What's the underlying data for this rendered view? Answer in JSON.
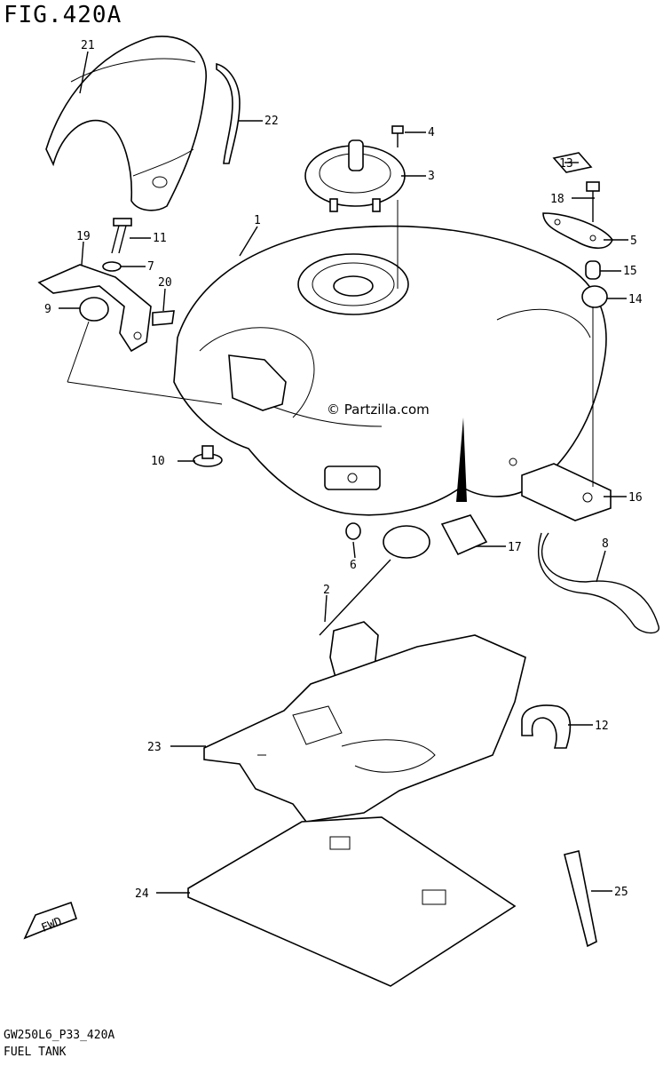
{
  "figure": {
    "title": "FIG.420A",
    "code": "GW250L6_P33_420A",
    "name": "FUEL TANK",
    "watermark": "© Partzilla.com",
    "fwd_label": "FWD"
  },
  "callouts": [
    {
      "id": "c1",
      "text": "1"
    },
    {
      "id": "c2",
      "text": "2"
    },
    {
      "id": "c3",
      "text": "3"
    },
    {
      "id": "c4",
      "text": "4"
    },
    {
      "id": "c5",
      "text": "5"
    },
    {
      "id": "c6",
      "text": "6"
    },
    {
      "id": "c7",
      "text": "7"
    },
    {
      "id": "c8",
      "text": "8"
    },
    {
      "id": "c9",
      "text": "9"
    },
    {
      "id": "c10",
      "text": "10"
    },
    {
      "id": "c11",
      "text": "11"
    },
    {
      "id": "c12",
      "text": "12"
    },
    {
      "id": "c13",
      "text": "13"
    },
    {
      "id": "c14",
      "text": "14"
    },
    {
      "id": "c15",
      "text": "15"
    },
    {
      "id": "c16",
      "text": "16"
    },
    {
      "id": "c17",
      "text": "17"
    },
    {
      "id": "c18",
      "text": "18"
    },
    {
      "id": "c19",
      "text": "19"
    },
    {
      "id": "c20",
      "text": "20"
    },
    {
      "id": "c21",
      "text": "21"
    },
    {
      "id": "c22",
      "text": "22"
    },
    {
      "id": "c23",
      "text": "23"
    },
    {
      "id": "c24",
      "text": "24"
    },
    {
      "id": "c25",
      "text": "25"
    }
  ]
}
